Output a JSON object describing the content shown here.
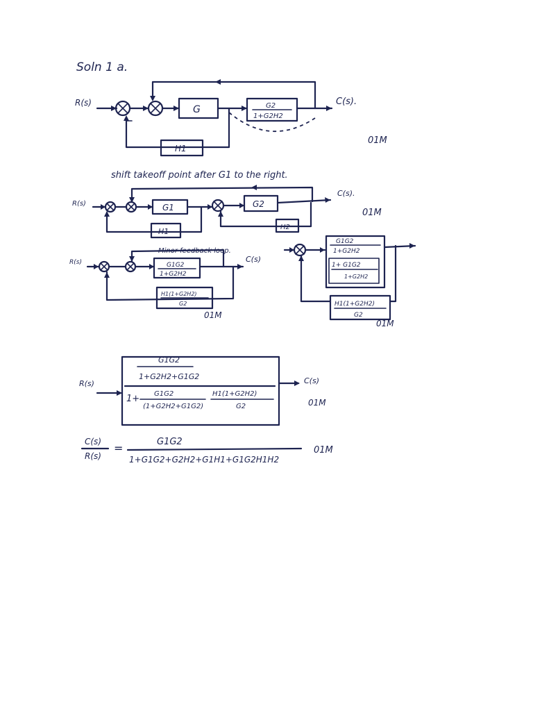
{
  "title": "Soln 1 a.",
  "marks": "01M",
  "step1": {
    "input": "R(s)",
    "output": "C(s).",
    "block_g1": "G",
    "block_g2_num": "G2",
    "block_g2_den": "1+G2H2",
    "block_h1": "H1",
    "mark": "01M"
  },
  "note_shift": "shift takeoff point after G1 to the right.",
  "step2": {
    "input": "R(s)",
    "output": "C(s).",
    "block_g1": "G1",
    "block_g2": "G2",
    "block_h1": "H1",
    "block_h2": "H2",
    "mark": "01M"
  },
  "step3": {
    "input": "R(s)",
    "output": "C(s)",
    "minor_loop_label": "Minor feedback loop.",
    "fwd_num": "G1G2",
    "fwd_den": "1+G2H2",
    "fb_num": "H1(1+G2H2)",
    "fb_den": "G2",
    "mark": "01M"
  },
  "step4": {
    "top_num": "G1G2",
    "top_den": "1+G2H2",
    "mid_num": "1+ G1G2",
    "mid_den": "1+G2H2",
    "fb_num": "H1(1+G2H2)",
    "fb_den": "G2",
    "mark": "01M"
  },
  "step5": {
    "input": "R(s)",
    "output": "C(s)",
    "num": "G1G2",
    "den": "1+G2H2+G1G2",
    "low_prefix": "1+",
    "low_num": "G1G2",
    "low_den": "(1+G2H2+G1G2)",
    "low_frac_num": "H1(1+G2H2)",
    "low_frac_den": "G2",
    "mark": "01M"
  },
  "final": {
    "lhs_num": "C(s)",
    "lhs_den": "R(s)",
    "eq": "=",
    "rhs_num": "G1G2",
    "rhs_den": "1+G1G2+G2H2+G1H1+G1G2H1H2",
    "mark": "01M"
  }
}
